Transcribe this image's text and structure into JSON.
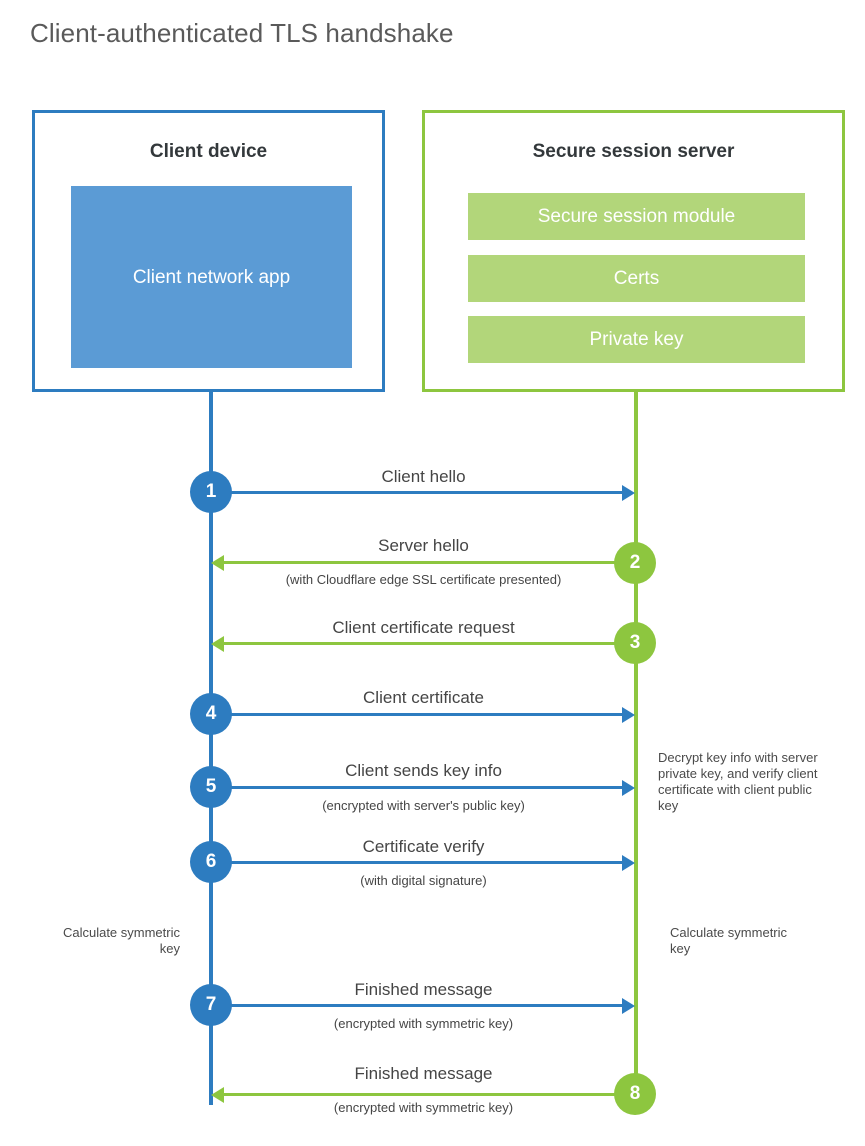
{
  "page": {
    "title": "Client-authenticated TLS handshake"
  },
  "colors": {
    "client_blue": "#2d7cc0",
    "client_app_fill": "#5b9bd5",
    "server_green": "#8dc63f",
    "server_bar_fill": "#b2d67a",
    "text": "#454545",
    "title_text": "#5a5a5a"
  },
  "parties": {
    "client": {
      "title": "Client device",
      "app_label": "Client network app"
    },
    "server": {
      "title": "Secure session server",
      "modules": [
        "Secure session module",
        "Certs",
        "Private key"
      ]
    }
  },
  "notes": {
    "server_decrypt": "Decrypt key info with server private key, and verify client certificate with client public key",
    "client_calculate": "Calculate symmetric key",
    "server_calculate": "Calculate symmetric key"
  },
  "steps": [
    {
      "number": "1",
      "label": "Client hello",
      "sub": "",
      "direction": "client-to-server",
      "color": "blue"
    },
    {
      "number": "2",
      "label": "Server hello",
      "sub": "(with Cloudflare edge SSL certificate presented)",
      "direction": "server-to-client",
      "color": "green"
    },
    {
      "number": "3",
      "label": "Client certificate request",
      "sub": "",
      "direction": "server-to-client",
      "color": "green"
    },
    {
      "number": "4",
      "label": "Client certificate",
      "sub": "",
      "direction": "client-to-server",
      "color": "blue"
    },
    {
      "number": "5",
      "label": "Client sends key info",
      "sub": "(encrypted with server's public key)",
      "direction": "client-to-server",
      "color": "blue"
    },
    {
      "number": "6",
      "label": "Certificate verify",
      "sub": "(with digital signature)",
      "direction": "client-to-server",
      "color": "blue"
    },
    {
      "number": "7",
      "label": "Finished message",
      "sub": "(encrypted with symmetric key)",
      "direction": "client-to-server",
      "color": "blue"
    },
    {
      "number": "8",
      "label": "Finished message",
      "sub": "(encrypted with symmetric key)",
      "direction": "server-to-client",
      "color": "green"
    }
  ]
}
